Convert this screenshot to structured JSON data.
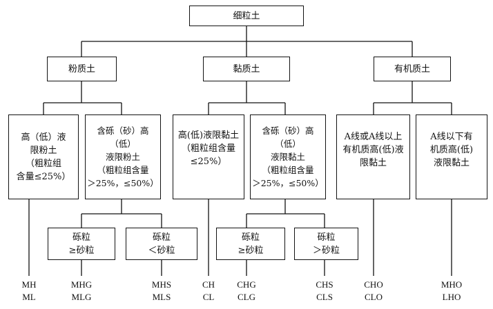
{
  "root": "细粒土",
  "groups": {
    "silt": "粉质土",
    "clay": "黏质土",
    "organic": "有机质土"
  },
  "classes": {
    "silt_fine": "高（低）液\n限粉土\n（粗粒组\n含量≤25%）",
    "silt_gravel": "含砾（砂）高（低）\n液限粉土\n（粗粒组含量\n＞25%，≤50%）",
    "clay_fine": "高(低)液限黏土\n（粗粒组含量\n≤25%）",
    "clay_gravel": "含砾（砂）高（低）\n液限黏土\n（粗粒组含量\n＞25%，≤50%）",
    "organic_above": "A线或A线以上\n有机质高(低)液\n限黏土",
    "organic_below": "A线以下有\n机质高(低)\n液限黏土"
  },
  "subclasses": {
    "silt_gravel_ge": "砾粒\n≥砂粒",
    "silt_gravel_lt": "砾粒\n＜砂粒",
    "clay_gravel_ge": "砾粒\n≥砂粒",
    "clay_gravel_gt": "砾粒\n＞砂粒"
  },
  "codes": {
    "c1": [
      "MH",
      "ML"
    ],
    "c2": [
      "MHG",
      "MLG"
    ],
    "c3": [
      "MHS",
      "MLS"
    ],
    "c4": [
      "CH",
      "CL"
    ],
    "c5": [
      "CHG",
      "CLG"
    ],
    "c6": [
      "CHS",
      "CLS"
    ],
    "c7": [
      "CHO",
      "CLO"
    ],
    "c8": [
      "MHO",
      "LHO"
    ]
  }
}
